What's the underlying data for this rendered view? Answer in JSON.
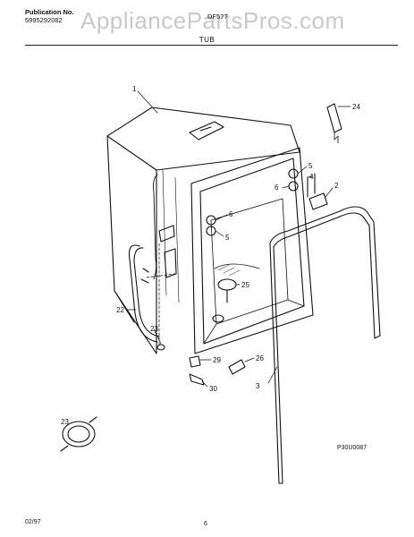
{
  "header": {
    "publication_label": "Publication No.",
    "publication_number": "5995292082",
    "model": "DF5??",
    "section_title": "TUB",
    "watermark": "AppliancePartsPros.com"
  },
  "callouts": {
    "c1": "1",
    "c2": "2",
    "c3": "3",
    "c4": "4",
    "c5a": "5",
    "c5b": "5",
    "c6a": "6",
    "c6b": "6",
    "c22": "22",
    "c23a": "23",
    "c23b": "23",
    "c24": "24",
    "c25": "25",
    "c26": "26",
    "c29": "29",
    "c30": "30"
  },
  "footer": {
    "figure_code": "P30U0087",
    "date": "02/97",
    "page_number": "6"
  }
}
